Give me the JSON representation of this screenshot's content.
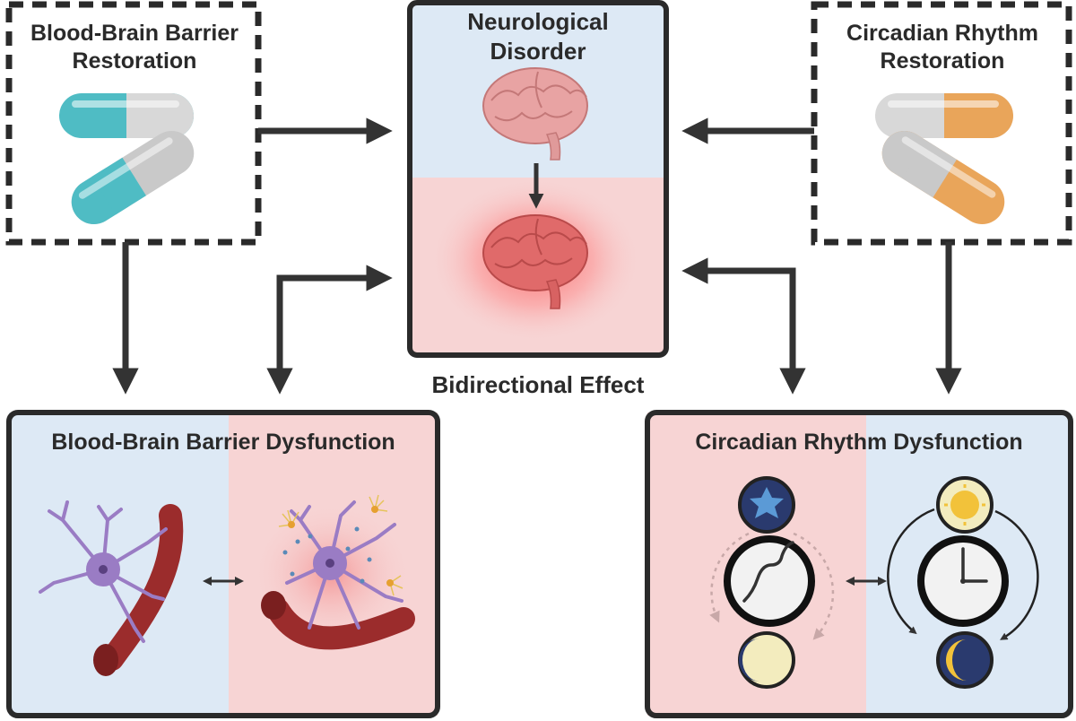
{
  "nodes": {
    "bbb_restoration": {
      "label": "Blood-Brain Barrier Restoration",
      "line1": "Blood-Brain Barrier",
      "line2": "Restoration"
    },
    "circadian_restoration": {
      "label": "Circadian Rhythm Restoration",
      "line1": "Circadian Rhythm",
      "line2": "Restoration"
    },
    "neurological_disorder": {
      "label": "Neurological Disorder",
      "line1": "Neurological",
      "line2": "Disorder"
    },
    "bbb_dysfunction": {
      "label": "Blood-Brain Barrier Dysfunction"
    },
    "circadian_dysfunction": {
      "label": "Circadian Rhythm Dysfunction"
    }
  },
  "annotations": {
    "bidirectional": "Bidirectional Effect"
  },
  "colors": {
    "blue_bg": "#dde9f5",
    "pink_bg": "#f7d4d4",
    "teal": "#4fbcc4",
    "orange": "#e9a55a",
    "brain": "#e8a0a0",
    "brain_inflamed": "#e06a6a",
    "vessel": "#9b2c2c",
    "neuron": "#9a7cc4",
    "outline": "#2a2a2a"
  },
  "icons": [
    "pill-capsule-icon",
    "brain-icon",
    "neuron-icon",
    "blood-vessel-icon",
    "clock-icon",
    "sun-icon",
    "moon-icon",
    "double-arrow-icon"
  ]
}
